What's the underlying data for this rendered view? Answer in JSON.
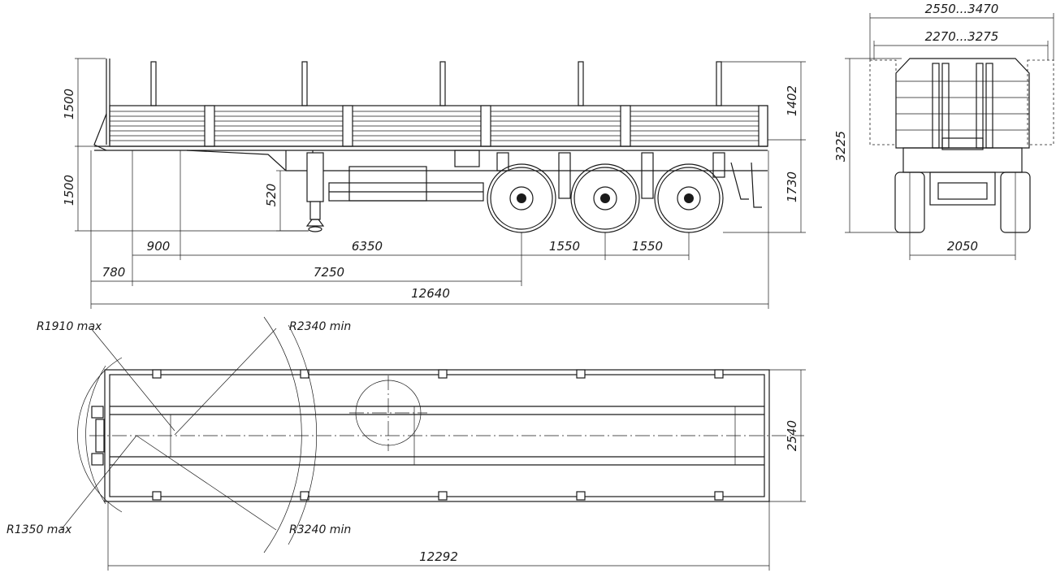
{
  "colors": {
    "line": "#1a1a1a",
    "background": "#ffffff"
  },
  "side_view": {
    "dim_post_height": "1500",
    "dim_deck_height": "1500",
    "dim_post_height_rear": "1402",
    "dim_total_rear_height": "1730",
    "dim_support_height": "520",
    "dim_front_overhang": "780",
    "dim_kingpin_offset": "900",
    "dim_kingpin_to_axle": "6350",
    "dim_axle_spacing_1": "1550",
    "dim_axle_spacing_2": "1550",
    "dim_kingpin_to_middle_axle": "7250",
    "dim_overall_length": "12640"
  },
  "rear_view": {
    "dim_width_outer": "2550...3470",
    "dim_width_inner": "2270...3275",
    "dim_overall_height": "3225",
    "dim_track": "2050"
  },
  "top_view": {
    "radius_front_max": "R1910 max",
    "radius_min_1": "R2340 min",
    "radius_kingpin_max": "R1350 max",
    "radius_min_2": "R3240 min",
    "dim_width": "2540",
    "dim_platform_length": "12292"
  }
}
